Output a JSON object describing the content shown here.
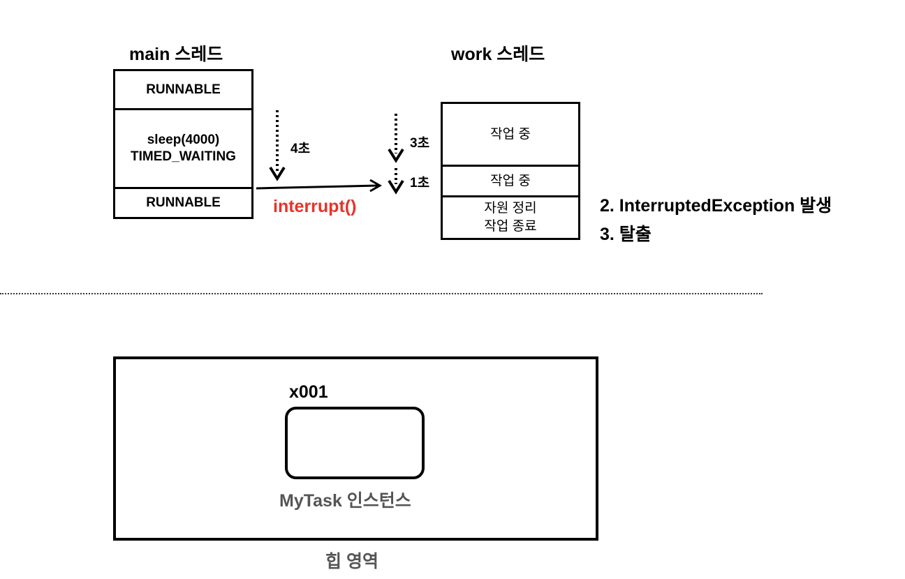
{
  "main_thread": {
    "title": "main 스레드",
    "states": [
      "RUNNABLE",
      "sleep(4000)\nTIMED_WAITING",
      "RUNNABLE"
    ]
  },
  "work_thread": {
    "title": "work 스레드",
    "states": [
      "작업 중",
      "작업 중",
      "자원 정리\n작업 종료"
    ]
  },
  "timeline": {
    "main_wait": "4초",
    "work_first": "3초",
    "work_second": "1초"
  },
  "interrupt_call": "interrupt()",
  "notes": [
    "2. InterruptedException 발생",
    "3. 탈출"
  ],
  "heap": {
    "address": "x001",
    "instance_label": "MyTask 인스턴스",
    "area_label": "힙 영역"
  },
  "colors": {
    "interrupt": "#e8332a",
    "instance_label": "#555555"
  }
}
